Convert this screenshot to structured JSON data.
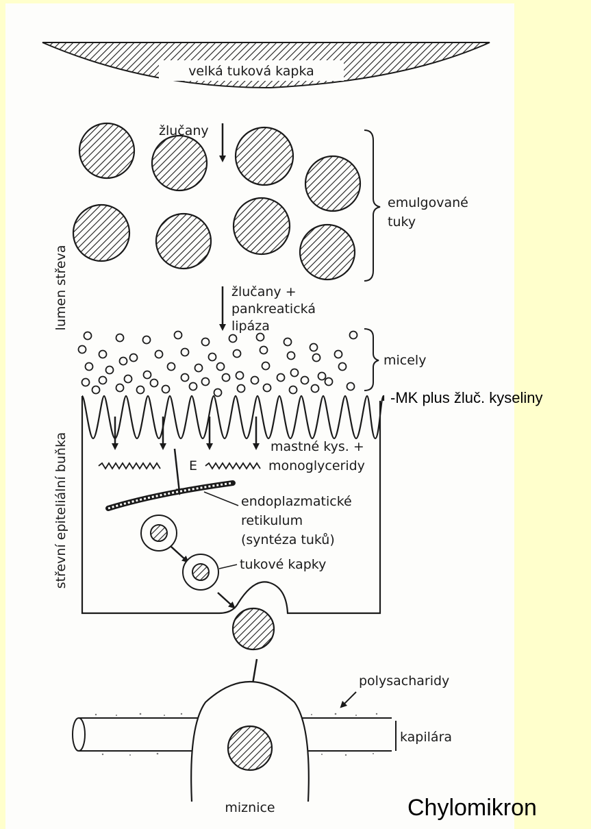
{
  "colors": {
    "slide_background": "#ffffcc",
    "paper": "#fdfdfb",
    "ink": "#1a1a1a"
  },
  "labels": {
    "fat_drop": "velká tuková kapka",
    "bile_salts_1": "žlučany",
    "emulsified_line1": "emulgované",
    "emulsified_line2": "tuky",
    "lumen": "lumen střeva",
    "step2_line1": "žlučany +",
    "step2_line2": "pankreatická",
    "step2_line3": "lipáza",
    "micelles": "micely",
    "cell": "střevní epiteliální buňka",
    "fa_line1": "mastné kys. +",
    "fa_line2": "monoglyceridy",
    "e_marker": "E",
    "er_line1": "endoplazmatické",
    "er_line2": "retikulum",
    "er_line3": "(syntéza tuků)",
    "fat_droplets": "tukové kapky",
    "polysaccharides": "polysacharidy",
    "capillary": "kapilára",
    "lymph_vessel": "miznice"
  },
  "annotations": {
    "mk_note": "-MK plus žluč. kyseliny",
    "chylomicron": "Chylomikron"
  }
}
